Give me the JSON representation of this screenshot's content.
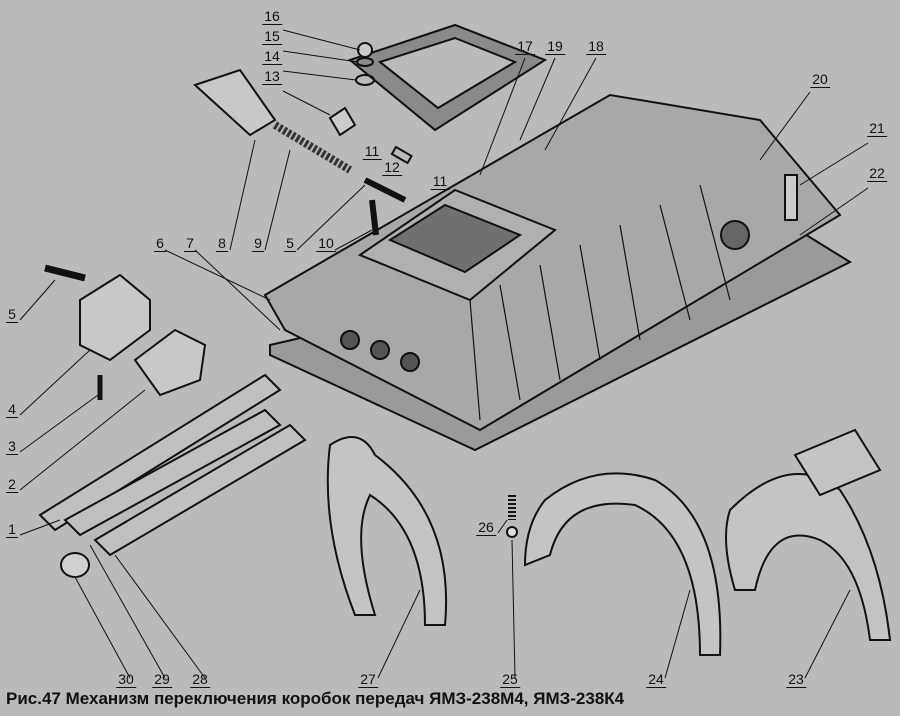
{
  "labels": [
    "16",
    "15",
    "14",
    "13",
    "17",
    "19",
    "18",
    "20",
    "21",
    "22",
    "6",
    "7",
    "8",
    "9",
    "5",
    "10",
    "11",
    "12",
    "11",
    "5",
    "4",
    "3",
    "2",
    "1",
    "26",
    "30",
    "29",
    "28",
    "27",
    "25",
    "24",
    "23"
  ],
  "caption": "Рис.47 Механизм переключения коробок передач ЯМЗ-238М4, ЯМЗ-238К4"
}
